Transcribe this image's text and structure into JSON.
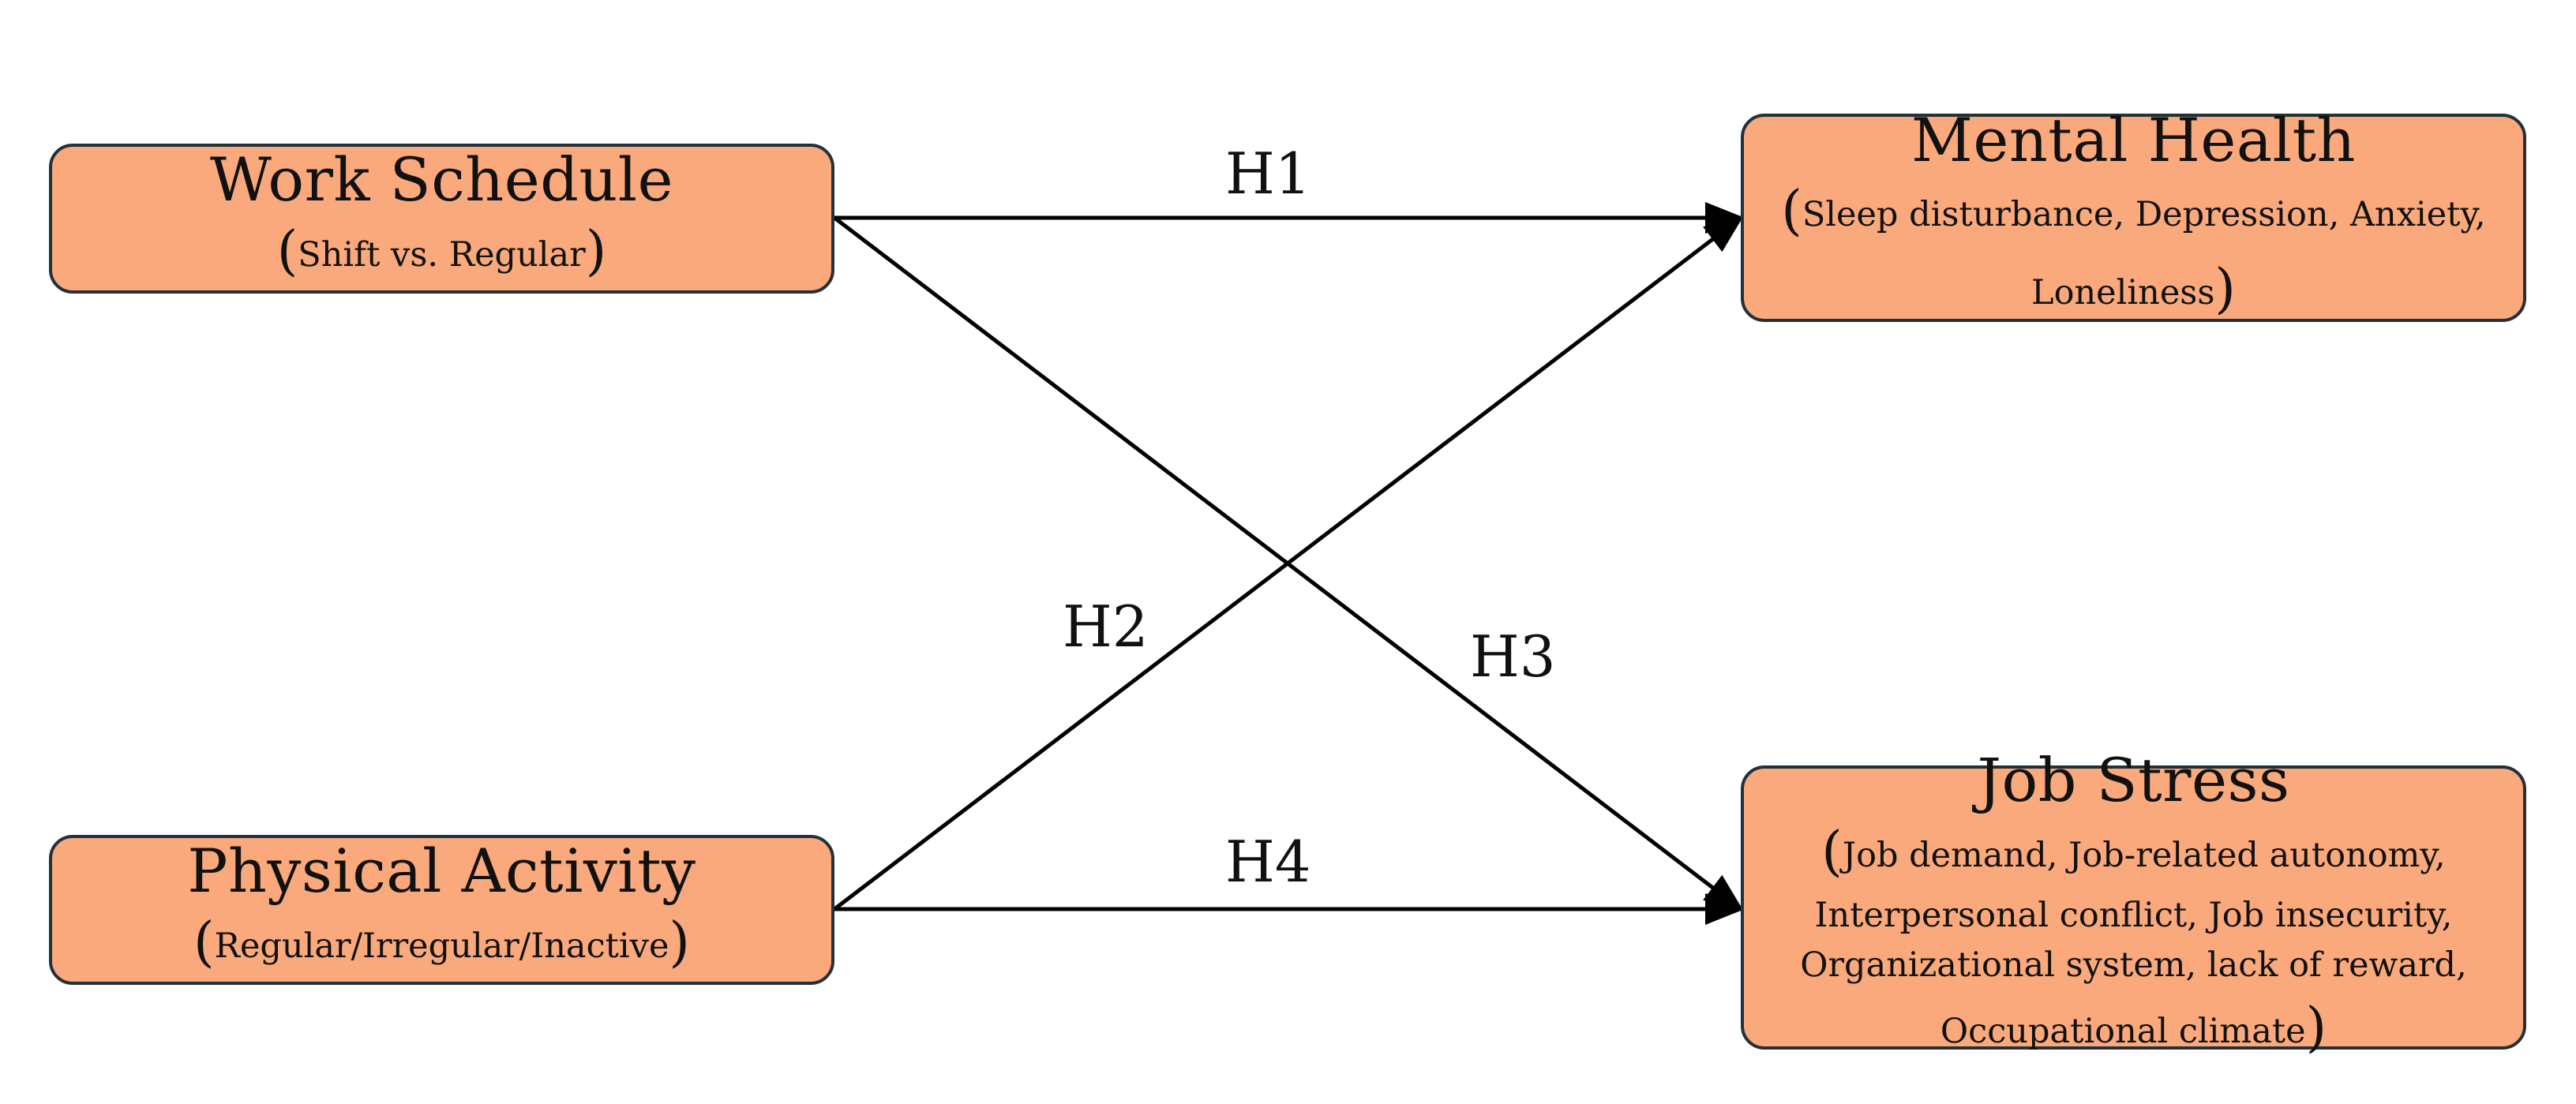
{
  "nodes": {
    "work_schedule": {
      "title": "Work Schedule",
      "open": "(",
      "detail": "Shift vs. Regular",
      "close": ")"
    },
    "physical_activity": {
      "title": "Physical Activity",
      "open": "(",
      "detail": "Regular/Irregular/Inactive",
      "close": ")"
    },
    "mental_health": {
      "title": "Mental Health",
      "open": "(",
      "detail": "Sleep disturbance, Depression, Anxiety, Loneliness",
      "close": ")"
    },
    "job_stress": {
      "title": "Job Stress",
      "open": "(",
      "detail": "Job demand, Job-related autonomy, Interpersonal conflict, Job insecurity, Organizational system, lack of reward, Occupational climate",
      "close": ")"
    }
  },
  "hypotheses": {
    "h1": "H1",
    "h2": "H2",
    "h3": "H3",
    "h4": "H4"
  },
  "colors": {
    "node_fill": "#f9a97b",
    "node_border": "#22313a",
    "arrow": "#000000"
  }
}
